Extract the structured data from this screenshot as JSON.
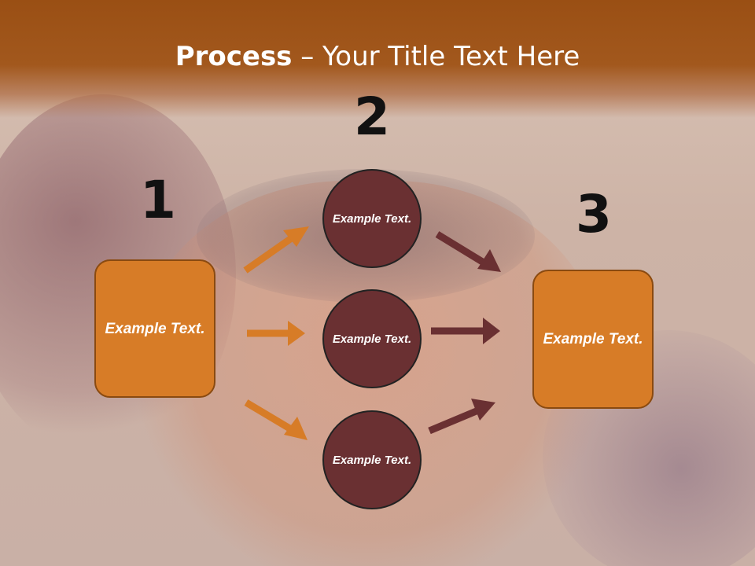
{
  "title": {
    "bold": "Process",
    "rest": " – Your Title Text Here"
  },
  "steps": {
    "one": "1",
    "two": "2",
    "three": "3"
  },
  "left_box": {
    "text": "Example Text."
  },
  "right_box": {
    "text": "Example Text."
  },
  "circles": [
    {
      "text": "Example Text."
    },
    {
      "text": "Example Text."
    },
    {
      "text": "Example Text."
    }
  ],
  "colors": {
    "band": "#9a4f14",
    "box": "#d77c27",
    "circle": "#6a3032",
    "arrow_orange": "#d77c27",
    "arrow_dark": "#6a3032"
  }
}
